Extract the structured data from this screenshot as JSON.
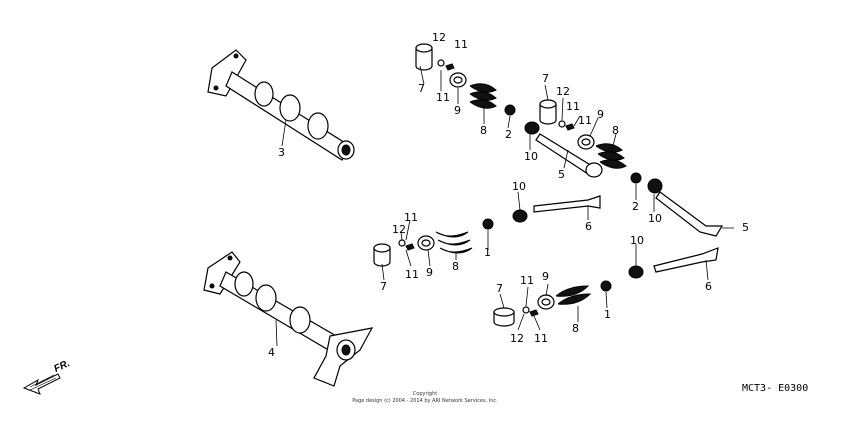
{
  "diagram_code": "MCT3- E0300",
  "direction_label": "FR.",
  "copyright_line1": "Copyright",
  "copyright_line2": "Page design (c) 2004 - 2014 by ARI Network Services, Inc.",
  "callouts": [
    {
      "id": "c1",
      "text": "12"
    },
    {
      "id": "c2",
      "text": "11"
    },
    {
      "id": "c3",
      "text": "7"
    },
    {
      "id": "c4",
      "text": "11"
    },
    {
      "id": "c5",
      "text": "9"
    },
    {
      "id": "c6",
      "text": "8"
    },
    {
      "id": "c7",
      "text": "2"
    },
    {
      "id": "c8",
      "text": "3"
    },
    {
      "id": "c9",
      "text": "7"
    },
    {
      "id": "c10",
      "text": "12"
    },
    {
      "id": "c11",
      "text": "11"
    },
    {
      "id": "c12",
      "text": "11"
    },
    {
      "id": "c13",
      "text": "9"
    },
    {
      "id": "c14",
      "text": "8"
    },
    {
      "id": "c15",
      "text": "10"
    },
    {
      "id": "c16",
      "text": "5"
    },
    {
      "id": "c17",
      "text": "2"
    },
    {
      "id": "c18",
      "text": "10"
    },
    {
      "id": "c19",
      "text": "10"
    },
    {
      "id": "c20",
      "text": "6"
    },
    {
      "id": "c21",
      "text": "5"
    },
    {
      "id": "c22",
      "text": "11"
    },
    {
      "id": "c23",
      "text": "12"
    },
    {
      "id": "c24",
      "text": "11"
    },
    {
      "id": "c25",
      "text": "9"
    },
    {
      "id": "c26",
      "text": "8"
    },
    {
      "id": "c27",
      "text": "1"
    },
    {
      "id": "c28",
      "text": "7"
    },
    {
      "id": "c29",
      "text": "10"
    },
    {
      "id": "c30",
      "text": "6"
    },
    {
      "id": "c31",
      "text": "4"
    },
    {
      "id": "c32",
      "text": "7"
    },
    {
      "id": "c33",
      "text": "11"
    },
    {
      "id": "c34",
      "text": "9"
    },
    {
      "id": "c35",
      "text": "8"
    },
    {
      "id": "c36",
      "text": "1"
    },
    {
      "id": "c37",
      "text": "12"
    },
    {
      "id": "c38",
      "text": "11"
    }
  ]
}
